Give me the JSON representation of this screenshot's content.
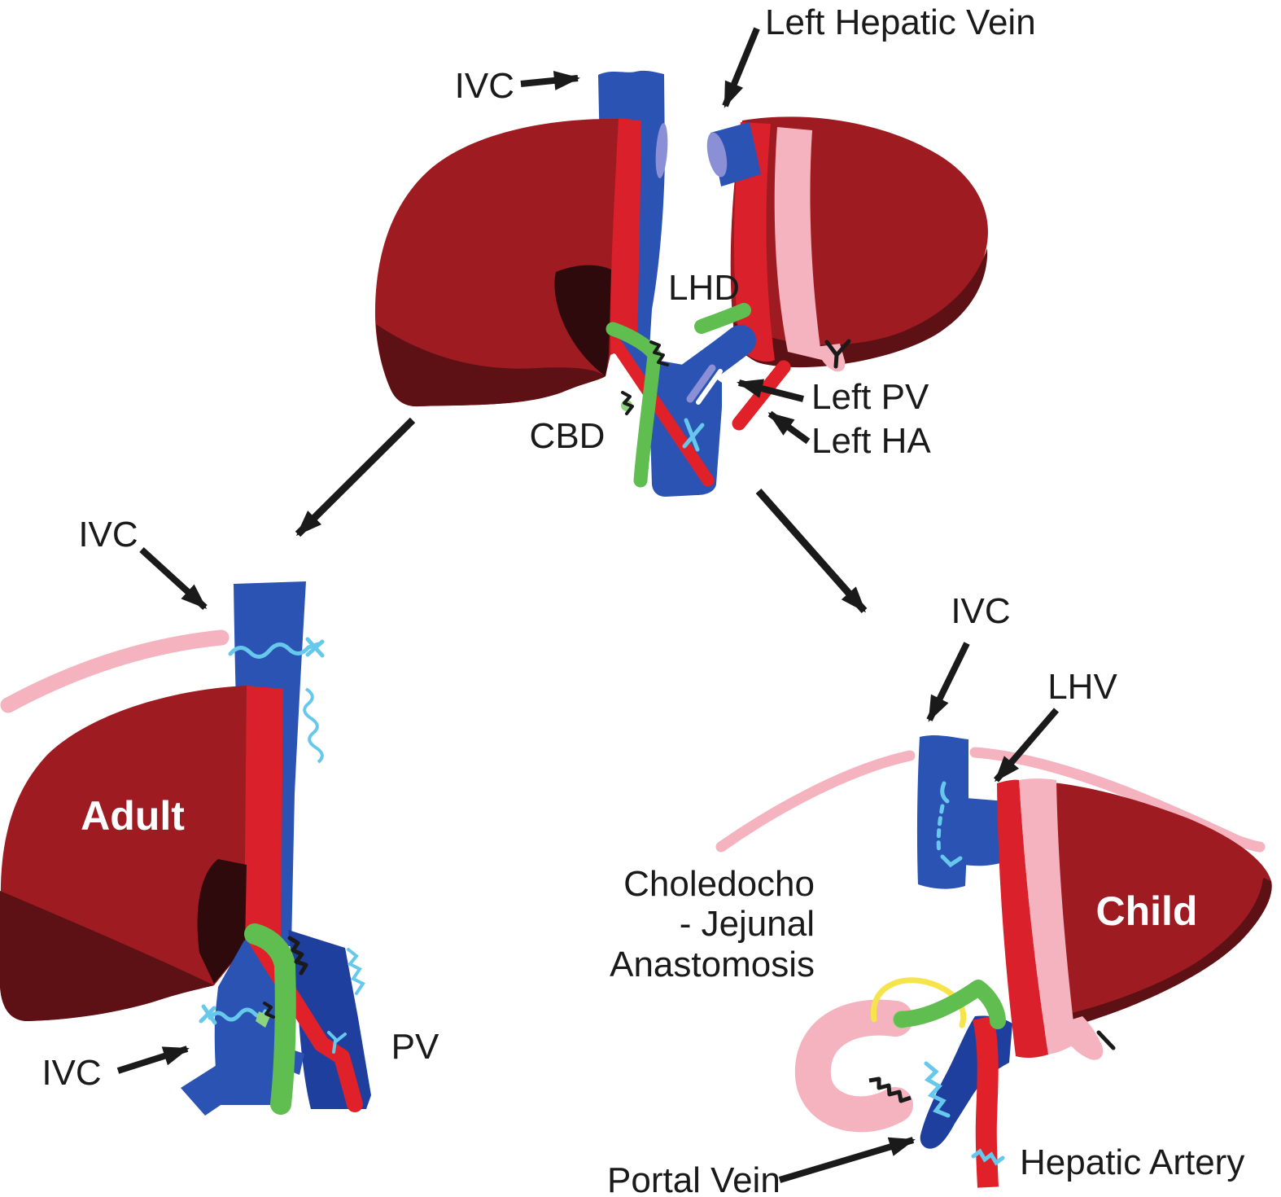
{
  "diagram": {
    "donor": {
      "ivc_label": "IVC",
      "left_hepatic_vein_label": "Left Hepatic Vein",
      "lhd_label": "LHD",
      "left_pv_label": "Left PV",
      "left_ha_label": "Left HA",
      "cbd_label": "CBD"
    },
    "adult": {
      "title": "Adult",
      "ivc_upper_label": "IVC",
      "ivc_lower_label": "IVC",
      "pv_label": "PV"
    },
    "child": {
      "title": "Child",
      "ivc_label": "IVC",
      "lhv_label": "LHV",
      "anastomosis_line1": "Choledocho",
      "anastomosis_line2": "- Jejunal",
      "anastomosis_line3": "Anastomosis",
      "portal_vein_label": "Portal Vein",
      "hepatic_artery_label": "Hepatic Artery"
    }
  },
  "colors": {
    "liver_dark": "#9E1B22",
    "liver_shadow": "#5E1114",
    "liver_fossa": "#2F0A0D",
    "cut_surface": "#D9202B",
    "artery_red": "#E02129",
    "pink": "#F4B3BE",
    "vein_blue": "#2B53B4",
    "portal_navy": "#1E3F9E",
    "periwinkle": "#8B8FD6",
    "duct_green": "#5FBE4F",
    "duct_green_light": "#8ED37D",
    "suture_blue": "#66C9EC",
    "yellow": "#F6E44C",
    "ink": "#1A1A1A"
  }
}
